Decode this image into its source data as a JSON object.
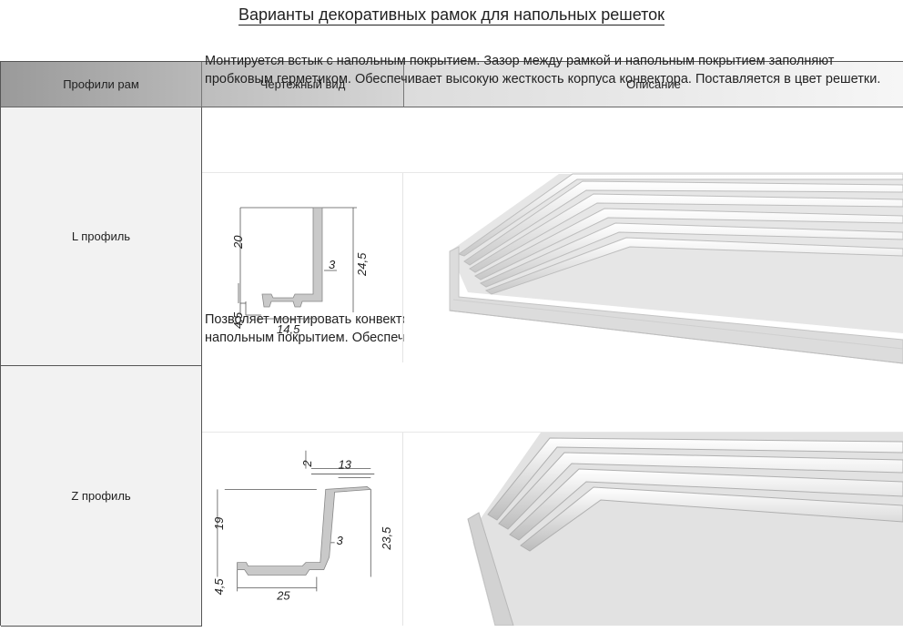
{
  "title": "Варианты декоративных рамок для напольных решеток",
  "columns": {
    "profiles": "Профили рам",
    "drawing": "Чертежный вид",
    "description": "Описание"
  },
  "rows": [
    {
      "profile": "L профиль",
      "description": "Монтируется встык с напольным покрытием. Зазор между рамкой и напольным покрытием заполняют пробковым герметиком. Обеспечивает высокую жесткость корпуса конвектора. Поставляется в цвет решетки.",
      "dims": {
        "height": "20",
        "total": "24,5",
        "wall": "3",
        "base": "4,5",
        "width": "14,5"
      }
    },
    {
      "profile": "Z профиль",
      "description": "Позволяет монтировать конвектор в любую конструкцию пола. Скрывает стык между корпусом конвектора и напольным покрытием. Обеспечивает высокую жесткость корпуса конвектора. Поставляется в цвет решетки.",
      "dims": {
        "top": "2",
        "flange": "13",
        "height": "19",
        "total": "23,5",
        "wall": "3",
        "base": "4,5",
        "width": "25"
      }
    }
  ]
}
